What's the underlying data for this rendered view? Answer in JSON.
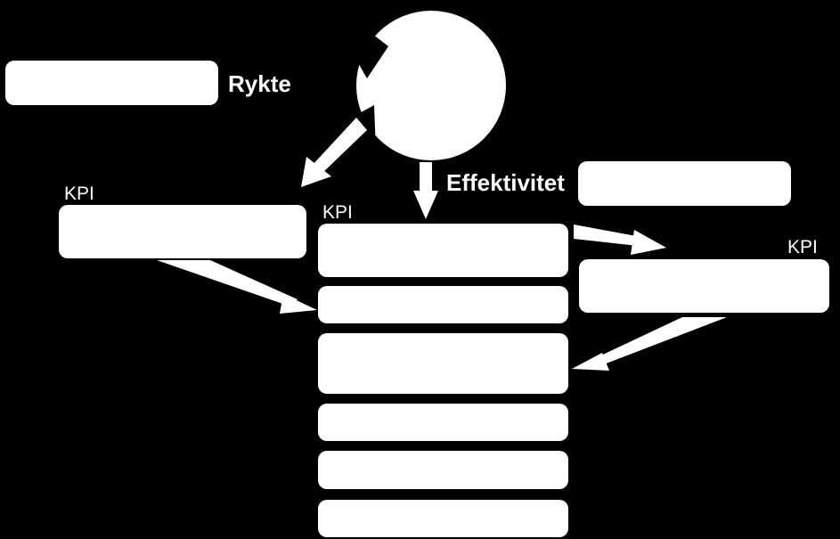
{
  "diagram": {
    "labels": {
      "reputation": "Rykte",
      "efficiency": "Effektivitet",
      "kpi_left": "KPI",
      "kpi_center": "KPI",
      "kpi_right": "KPI"
    },
    "colors": {
      "background": "#000000",
      "shapes": "#ffffff"
    }
  }
}
